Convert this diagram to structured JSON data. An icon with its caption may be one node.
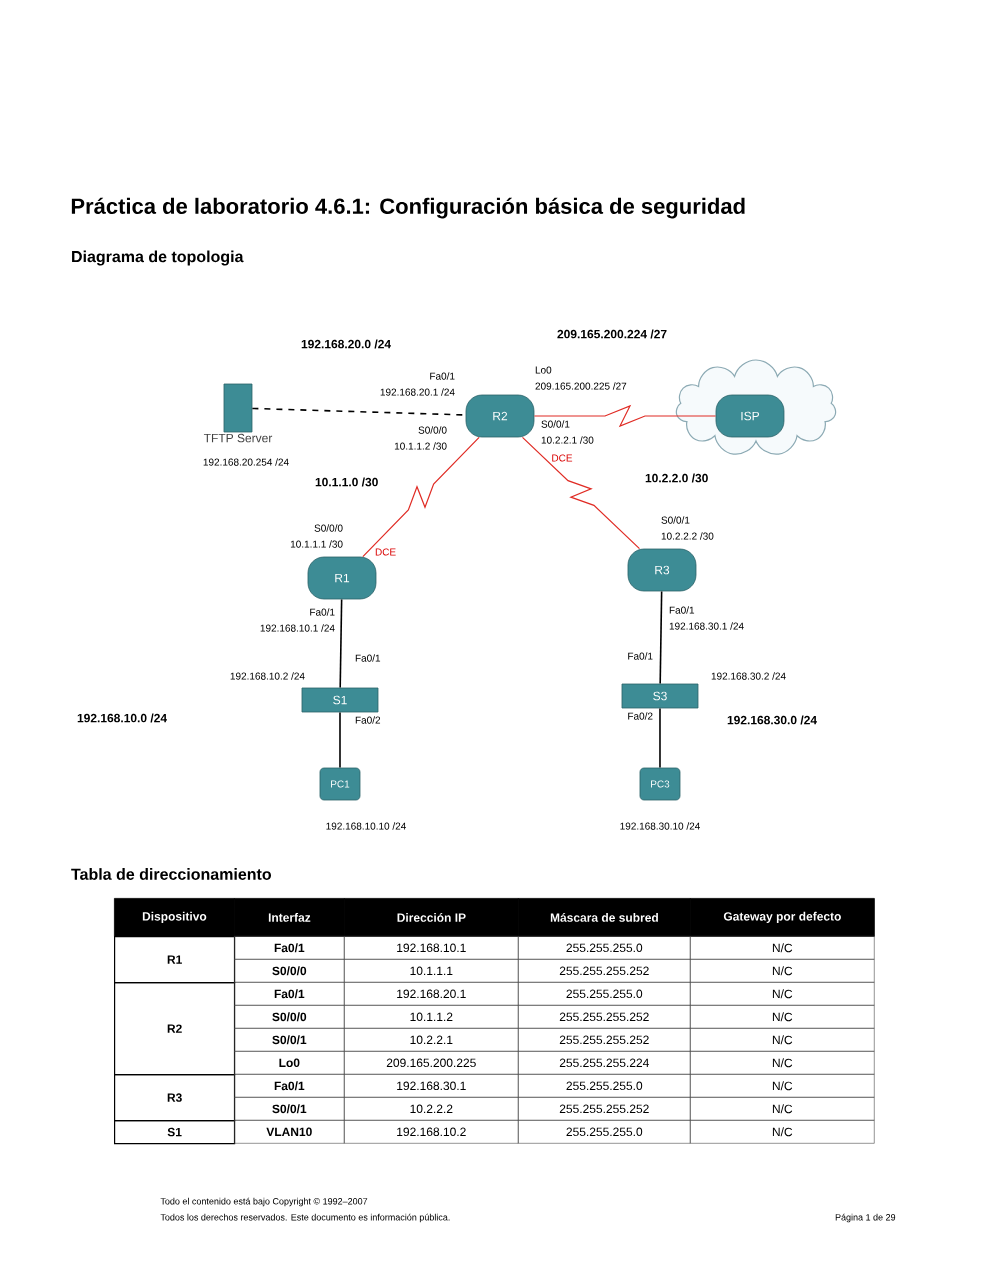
{
  "diagram": {
    "title": "Práctica de laboratorio 4.6.1: Configuración básica de seguridad",
    "nodes": [
      {
        "text": [
          "TFTP Server"
        ],
        "beside": [
          "192.168.20.254 /24"
        ]
      },
      {
        "text": [
          "R2"
        ]
      },
      {
        "text": [
          "ISP"
        ]
      },
      {
        "text": [
          "R1"
        ]
      },
      {
        "text": [
          "R3"
        ]
      },
      {
        "text": [
          "S1"
        ]
      },
      {
        "text": [
          "S3"
        ]
      },
      {
        "text": [
          "PC1"
        ],
        "beside": [
          "192.168.10.10 /24"
        ]
      },
      {
        "text": [
          "PC3"
        ],
        "beside": [
          "192.168.30.10 /24"
        ]
      }
    ],
    "edges": [
      {
        "from": 0,
        "to": 1,
        "arrow": "none",
        "style": "dashed"
      },
      {
        "from": 1,
        "to": 2,
        "arrow": "none",
        "color": "#e02b24"
      },
      {
        "from": 1,
        "to": 3,
        "arrow": "none",
        "color": "#e02b24"
      },
      {
        "from": 1,
        "to": 4,
        "arrow": "none",
        "color": "#e02b24"
      },
      {
        "from": 3,
        "to": 5,
        "arrow": "none"
      },
      {
        "from": 5,
        "to": 7,
        "arrow": "none"
      },
      {
        "from": 4,
        "to": 6,
        "arrow": "none"
      },
      {
        "from": 6,
        "to": 8,
        "arrow": "none"
      }
    ],
    "labels": [
      "Diagrama de topologia",
      "192.168.20.0 /24",
      "209.165.200.224 /27",
      "Fa0/1",
      "Lo0",
      "192.168.20.1 /24",
      "209.165.200.225 /27",
      "S0/0/0",
      "S0/0/1",
      "10.1.1.2 /30",
      "10.2.2.1 /30",
      "DCE",
      "10.1.1.0 /30",
      "10.2.2.0 /30",
      "S0/0/1",
      "S0/0/0",
      "10.2.2.2 /30",
      "10.1.1.1 /30",
      "DCE",
      "Fa0/1",
      "Fa0/1",
      "192.168.10.1 /24",
      "192.168.30.1 /24",
      "Fa0/1",
      "Fa0/1",
      "192.168.10.2 /24",
      "192.168.30.2 /24",
      "192.168.10.0 /24",
      "Fa0/2",
      "Fa0/2",
      "192.168.30.0 /24",
      "Tabla de direccionamiento",
      "Dispositivo",
      "Interfaz",
      "Dirección IP",
      "Máscara de subred",
      "Gateway por defecto",
      "R1",
      "Fa0/1",
      "192.168.10.1",
      "255.255.255.0",
      "N/C",
      "S0/0/0",
      "10.1.1.1",
      "255.255.255.252",
      "N/C",
      "R2",
      "Fa0/1",
      "192.168.20.1",
      "255.255.255.0",
      "N/C",
      "S0/0/0",
      "10.1.1.2",
      "255.255.255.252",
      "N/C",
      "S0/0/1",
      "10.2.2.1",
      "255.255.255.252",
      "N/C",
      "Lo0",
      "209.165.200.225",
      "255.255.255.224",
      "N/C",
      "R3",
      "Fa0/1",
      "192.168.30.1",
      "255.255.255.0",
      "N/C",
      "S0/0/1",
      "10.2.2.2",
      "255.255.255.252",
      "N/C",
      "S1",
      "VLAN10",
      "192.168.10.2",
      "255.255.255.0",
      "N/C",
      "Todo el contenido está bajo Copyright © 1992–2007",
      "Todos los derechos reservados. Este documento es información pública.",
      "Página 1 de 29"
    ]
  }
}
